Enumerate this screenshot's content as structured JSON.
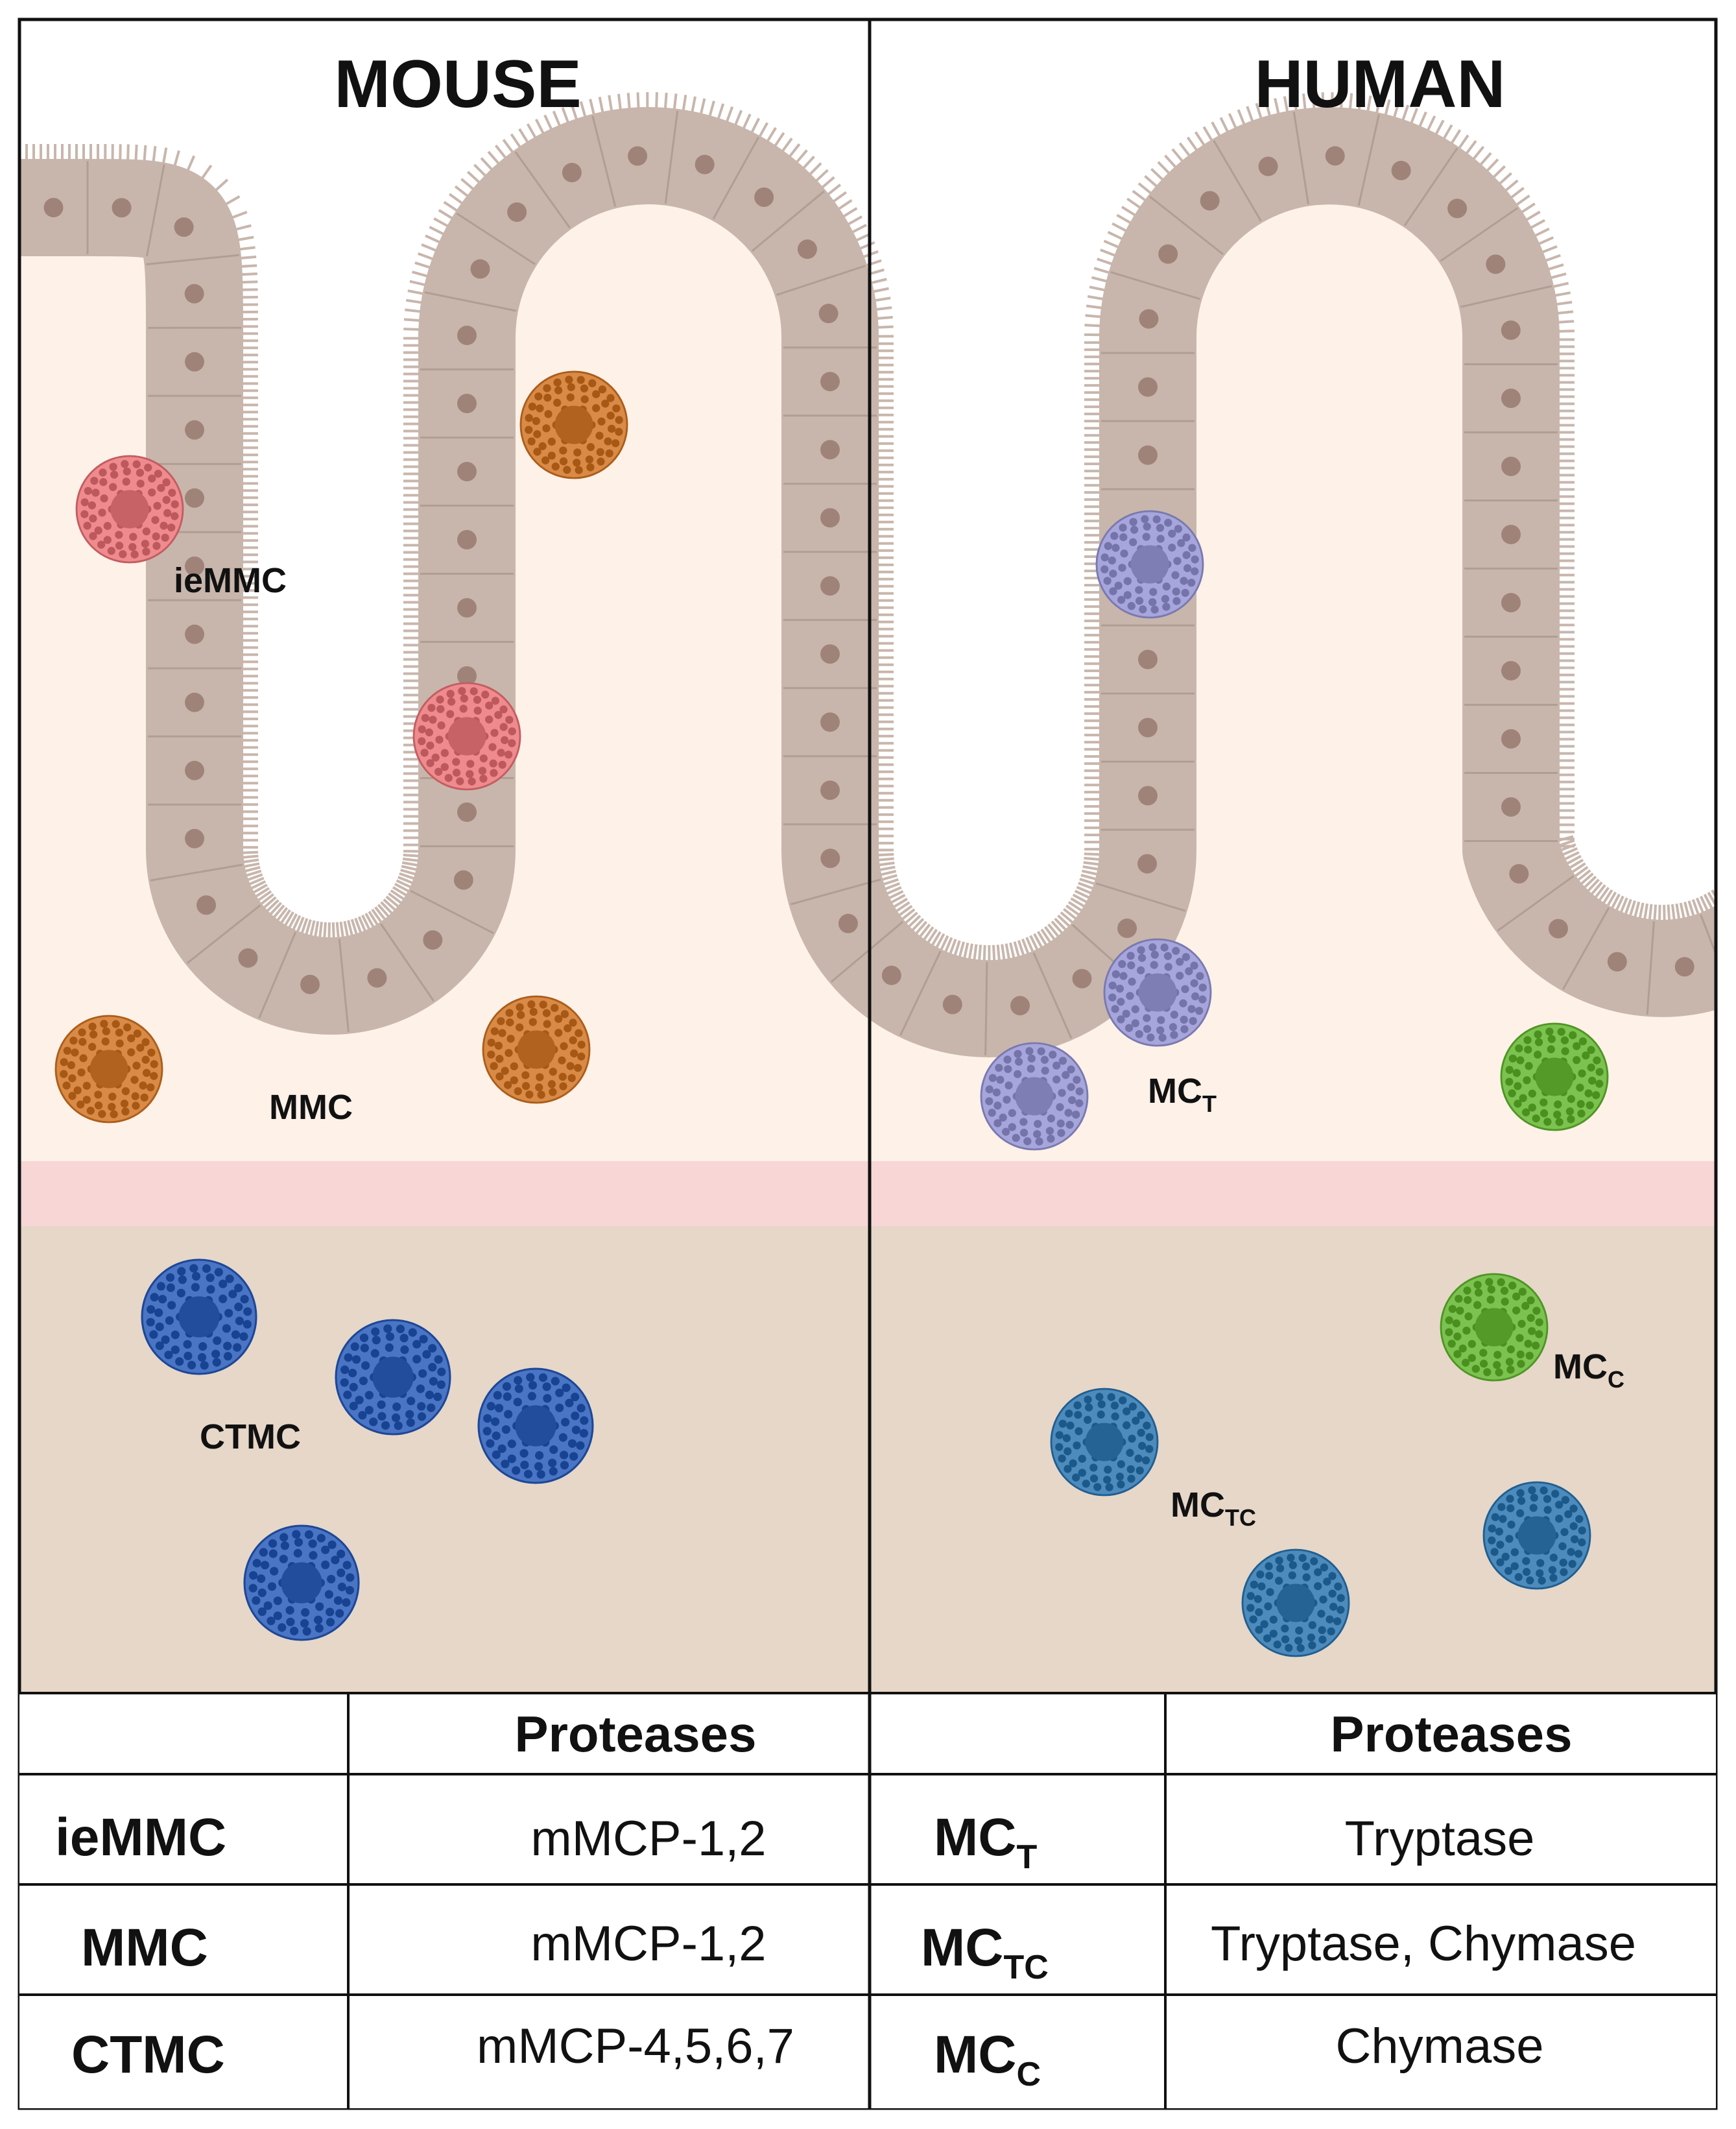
{
  "panels": {
    "mouse": {
      "title": "MOUSE",
      "labels": {
        "iemmc": "ieMMC",
        "mmc": "MMC",
        "ctmc": "CTMC"
      }
    },
    "human": {
      "title": "HUMAN",
      "labels": {
        "mct": {
          "main": "MC",
          "sub": "T"
        },
        "mcc": {
          "main": "MC",
          "sub": "C"
        },
        "mctc": {
          "main": "MC",
          "sub": "TC"
        }
      }
    }
  },
  "table": {
    "mouse": {
      "header": "Proteases",
      "rows": [
        {
          "label": "ieMMC",
          "proteases": "mMCP-1,2",
          "cell_type": "iemmc"
        },
        {
          "label": "MMC",
          "proteases": "mMCP-1,2",
          "cell_type": "mmc"
        },
        {
          "label": "CTMC",
          "proteases": "mMCP-4,5,6,7",
          "cell_type": "ctmc"
        }
      ]
    },
    "human": {
      "header": "Proteases",
      "rows": [
        {
          "label": "MC",
          "label_sub": "T",
          "proteases": "Tryptase",
          "cell_type": "mct"
        },
        {
          "label": "MC",
          "label_sub": "TC",
          "proteases": "Tryptase, Chymase",
          "cell_type": "mctc"
        },
        {
          "label": "MC",
          "label_sub": "C",
          "proteases": "Chymase",
          "cell_type": "mcc"
        }
      ]
    }
  },
  "colors": {
    "lamina_propria": "#fdf1e8",
    "muscularis_band": "#f8d6d6",
    "submucosa": "#e6d7c9",
    "epithelium": "#c8b6ac",
    "epithelium_nucleus": "#a08378",
    "iemmc": "#ef8a8e",
    "mmc": "#d98a46",
    "ctmc": "#4a74c4",
    "mct": "#a7a6dc",
    "mctc": "#4d8bbd",
    "mcc": "#7cc250"
  }
}
